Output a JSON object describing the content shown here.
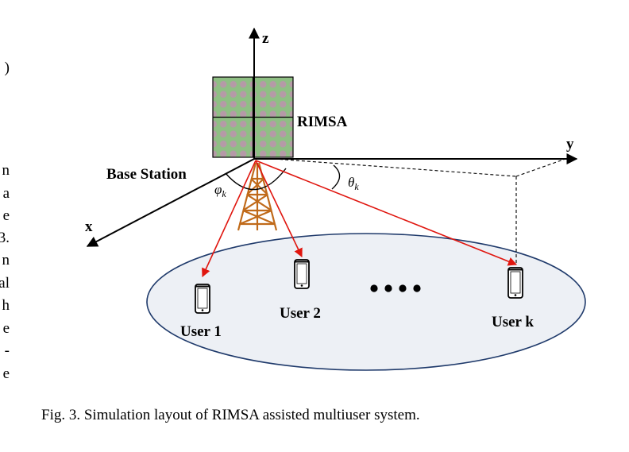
{
  "figure": {
    "axes": {
      "z": "z",
      "y": "y",
      "x": "x"
    },
    "rimsa_label": "RIMSA",
    "base_station_label": "Base Station",
    "angle_phi": "φ",
    "angle_phi_sub": "k",
    "angle_theta": "θ",
    "angle_theta_sub": "k",
    "users": [
      "User 1",
      "User 2",
      "User k"
    ],
    "colors": {
      "signal": "#e0160f",
      "ellipse_fill": "#edf0f5",
      "ellipse_stroke": "#1f3a6b",
      "tower": "#c06a1a",
      "tile": "#8fbf84",
      "tile_dot": "#b59aa7"
    },
    "caption": "Fig. 3.  Simulation layout of RIMSA assisted multiuser system."
  },
  "left_edge_text": [
    ")",
    "n",
    "a",
    "e",
    "3.",
    "n",
    "al",
    "h",
    "e",
    "-",
    "e"
  ]
}
